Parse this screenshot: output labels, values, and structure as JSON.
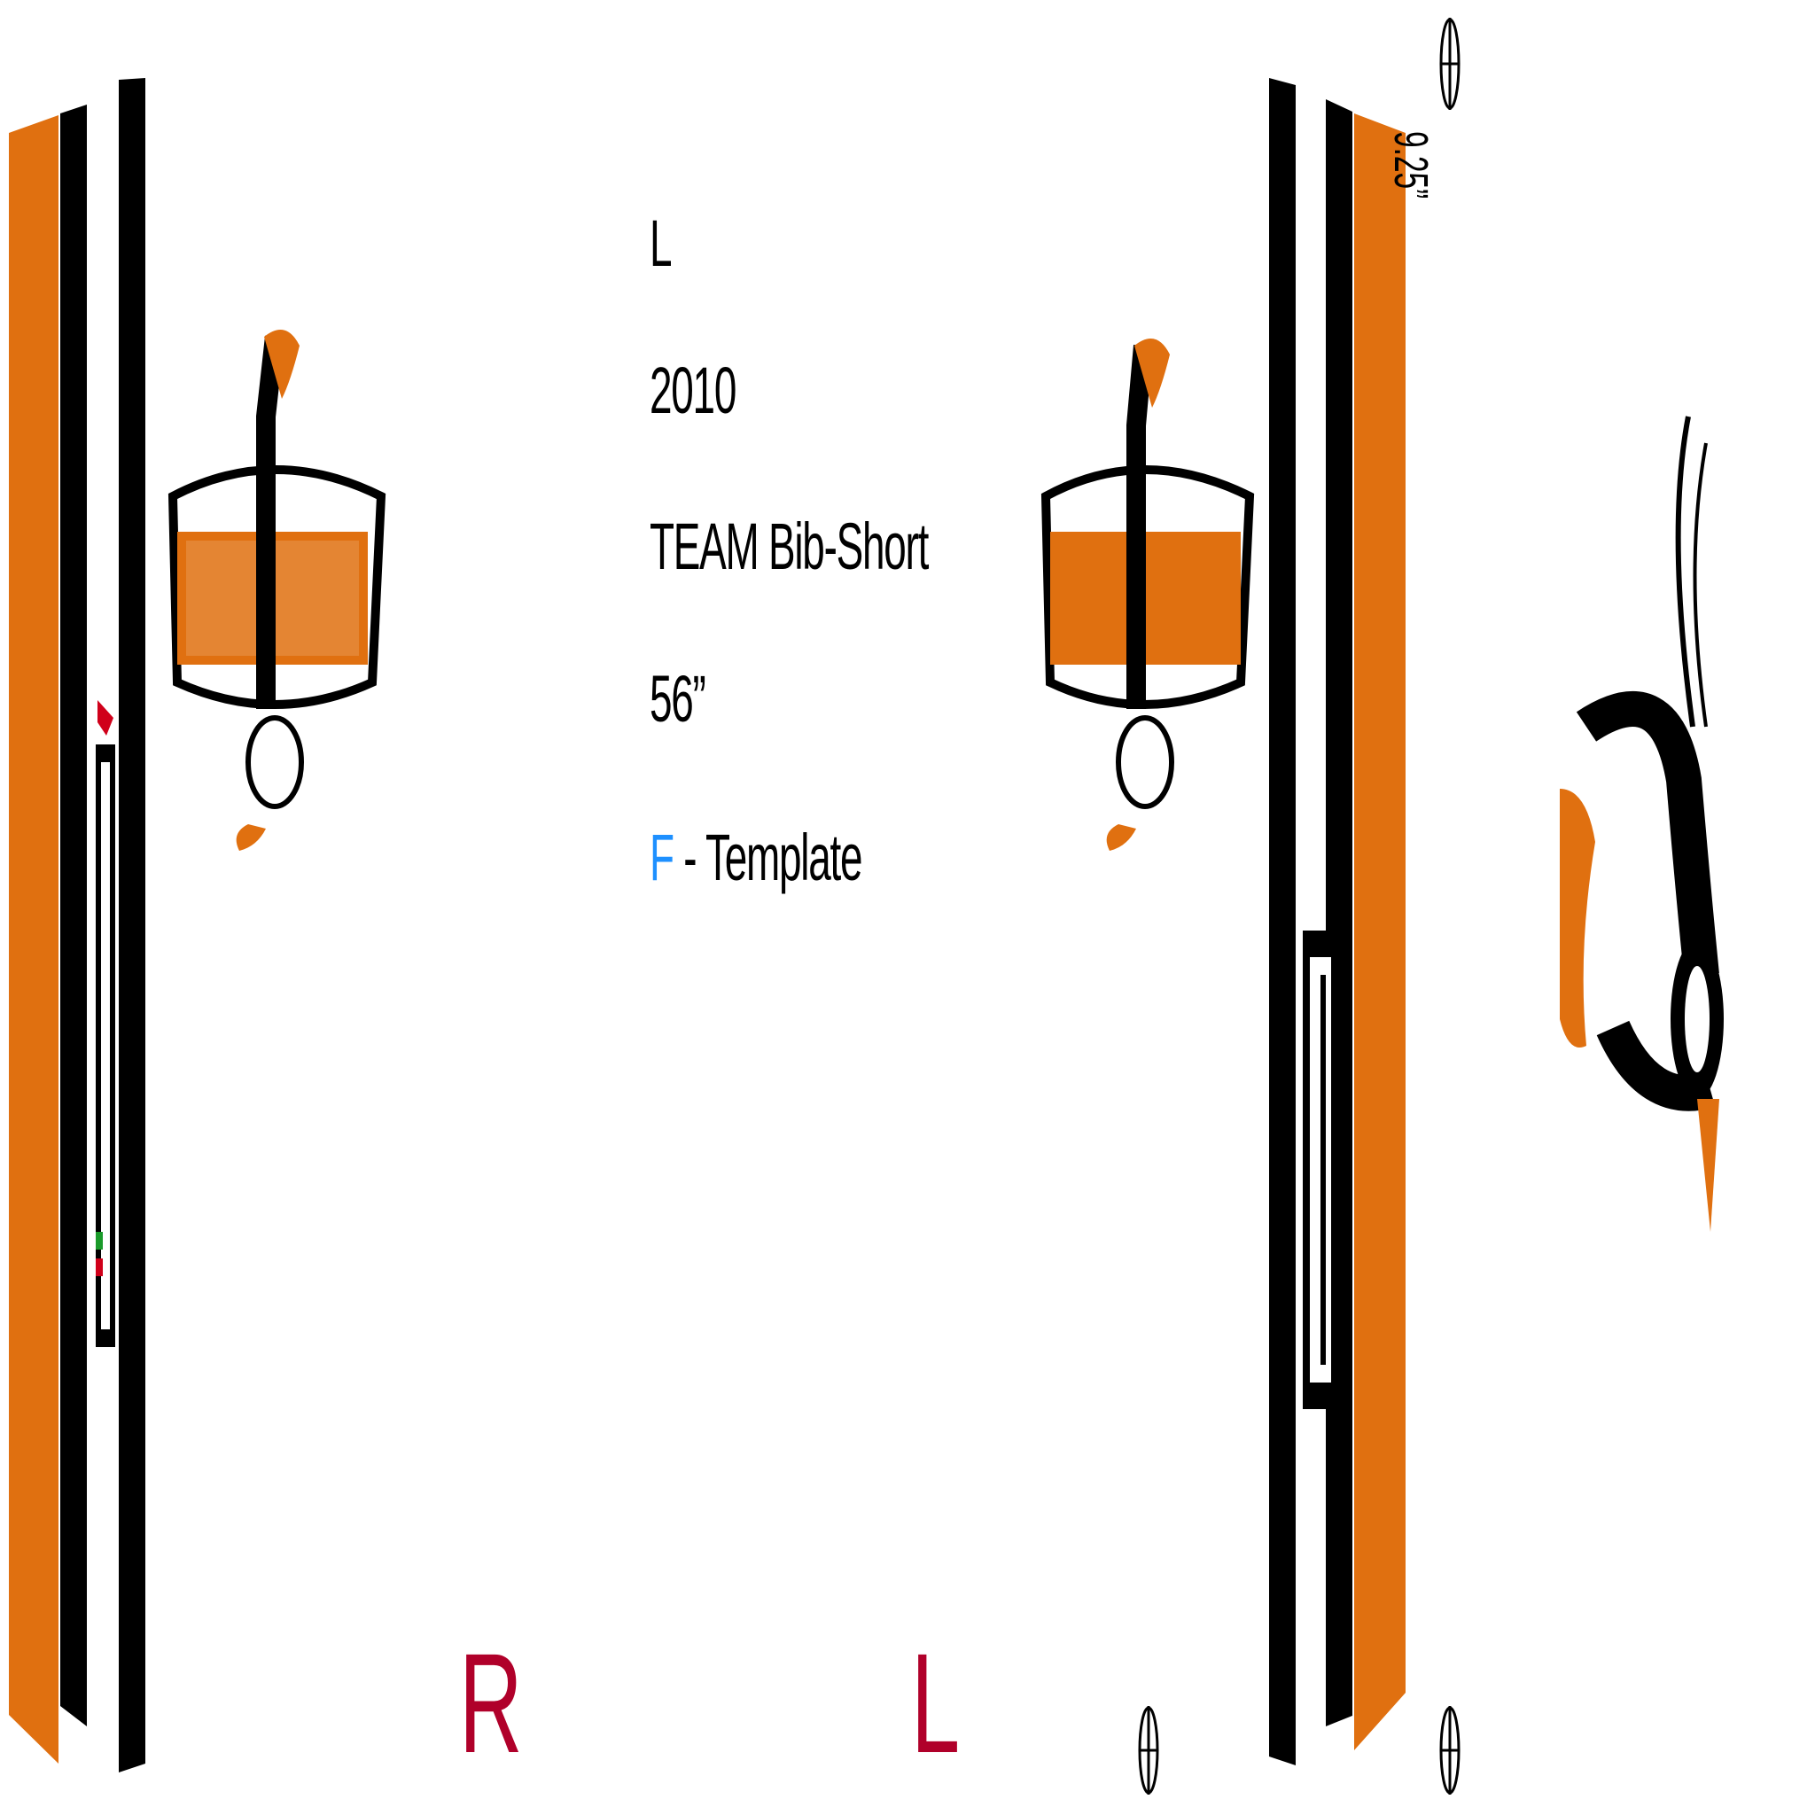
{
  "template": {
    "size": "L",
    "year": "2010",
    "product": "TEAM Bib-Short",
    "length": "56”",
    "panel_letter": "F",
    "panel_suffix": " - Template",
    "side_right": "R",
    "side_left": "L",
    "measurement": "9.25”"
  },
  "colors": {
    "orange": "#e07010",
    "black": "#000000",
    "red": "#b0002a",
    "blue": "#1e90ff"
  },
  "icons": [
    "road-runner-logo",
    "team-crest-logo",
    "registration-mark-icon",
    "brand-wordmark"
  ]
}
